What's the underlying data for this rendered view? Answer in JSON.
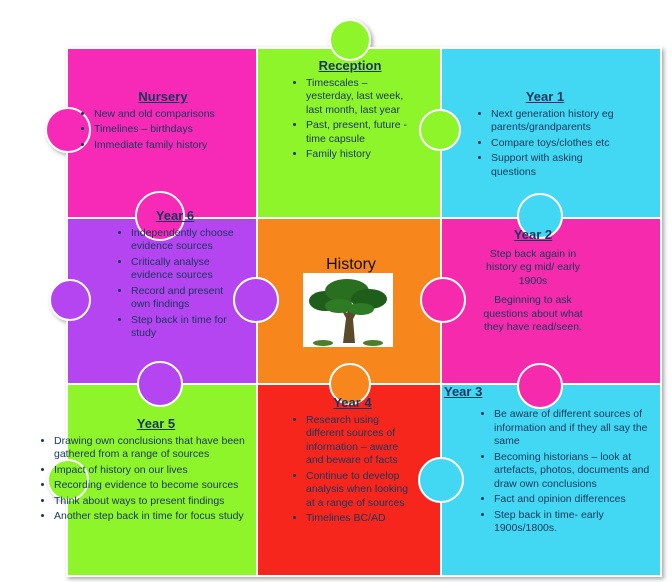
{
  "center": {
    "title": "History"
  },
  "colors": {
    "nursery": "#f629b6",
    "reception": "#8ef52a",
    "year1": "#43d8f3",
    "year6": "#b445f0",
    "center": "#f7861c",
    "year2": "#f62cad",
    "year5": "#8ef52a",
    "year4": "#f7271f",
    "year3": "#43d8f3",
    "text": "#17375e"
  },
  "pieces": {
    "nursery": {
      "title": "Nursery",
      "items": [
        "New and old comparisons",
        "Timelines – birthdays",
        "Immediate family history"
      ]
    },
    "reception": {
      "title": "Reception",
      "items": [
        "Timescales – yesterday, last week, last month, last year",
        "Past, present, future - time capsule",
        "Family history"
      ]
    },
    "year1": {
      "title": "Year 1",
      "items": [
        "Next generation history eg parents/grandparents",
        "Compare toys/clothes etc",
        "Support with asking questions"
      ]
    },
    "year6": {
      "title": "Year 6",
      "items": [
        "Independently choose evidence sources",
        "Critically analyse evidence sources",
        "Record and present own findings",
        "Step back in time for study"
      ]
    },
    "year2": {
      "title": "Year 2",
      "paragraphs": [
        "Step back again in history eg mid/ early 1900s",
        "Beginning to ask questions about what they have read/seen."
      ]
    },
    "year5": {
      "title": "Year 5",
      "items": [
        "Drawing own conclusions that have been gathered from a range of sources",
        "Impact of history on our lives",
        "Recording evidence to become sources",
        "Think about ways to present findings",
        " Another step back in time for focus study"
      ]
    },
    "year4": {
      "title": "Year 4",
      "items": [
        "Research using different sources of information – aware and beware of facts",
        "Continue to develop analysis when looking at a range of sources",
        "Timelines BC/AD"
      ]
    },
    "year3": {
      "title": "Year 3",
      "items": [
        "Be aware of different sources of information and if they all say the same",
        "Becoming historians – look at artefacts, photos, documents and draw own conclusions",
        "Fact and opinion differences",
        "Step back in time- early 1900s/1800s."
      ]
    }
  }
}
